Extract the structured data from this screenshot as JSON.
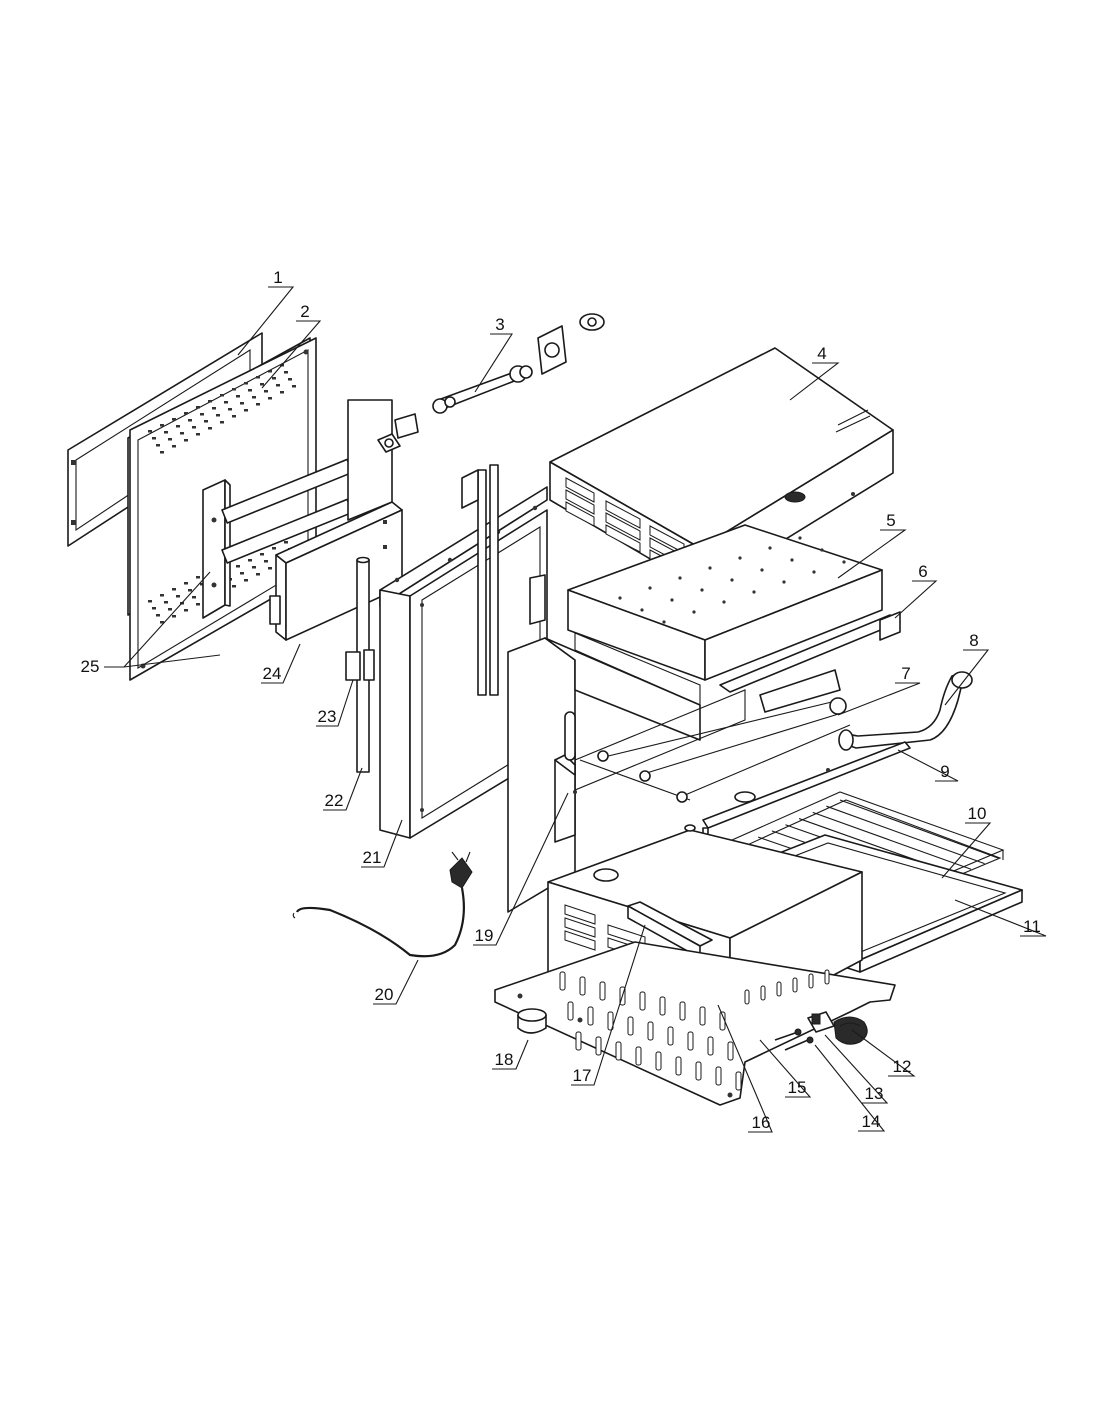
{
  "diagram": {
    "type": "exploded-parts-view",
    "callouts": [
      {
        "id": "1",
        "label": "1"
      },
      {
        "id": "2",
        "label": "2"
      },
      {
        "id": "3",
        "label": "3"
      },
      {
        "id": "4",
        "label": "4"
      },
      {
        "id": "5",
        "label": "5"
      },
      {
        "id": "6",
        "label": "6"
      },
      {
        "id": "7",
        "label": "7"
      },
      {
        "id": "8",
        "label": "8"
      },
      {
        "id": "9",
        "label": "9"
      },
      {
        "id": "10",
        "label": "10"
      },
      {
        "id": "11",
        "label": "11"
      },
      {
        "id": "12",
        "label": "12"
      },
      {
        "id": "13",
        "label": "13"
      },
      {
        "id": "14",
        "label": "14"
      },
      {
        "id": "15",
        "label": "15"
      },
      {
        "id": "16",
        "label": "16"
      },
      {
        "id": "17",
        "label": "17"
      },
      {
        "id": "18",
        "label": "18"
      },
      {
        "id": "19",
        "label": "19"
      },
      {
        "id": "20",
        "label": "20"
      },
      {
        "id": "21",
        "label": "21"
      },
      {
        "id": "22",
        "label": "22"
      },
      {
        "id": "23",
        "label": "23"
      },
      {
        "id": "24",
        "label": "24"
      },
      {
        "id": "25",
        "label": "25"
      }
    ]
  },
  "colors": {
    "line": "#1a1a1a",
    "background": "#ffffff"
  }
}
